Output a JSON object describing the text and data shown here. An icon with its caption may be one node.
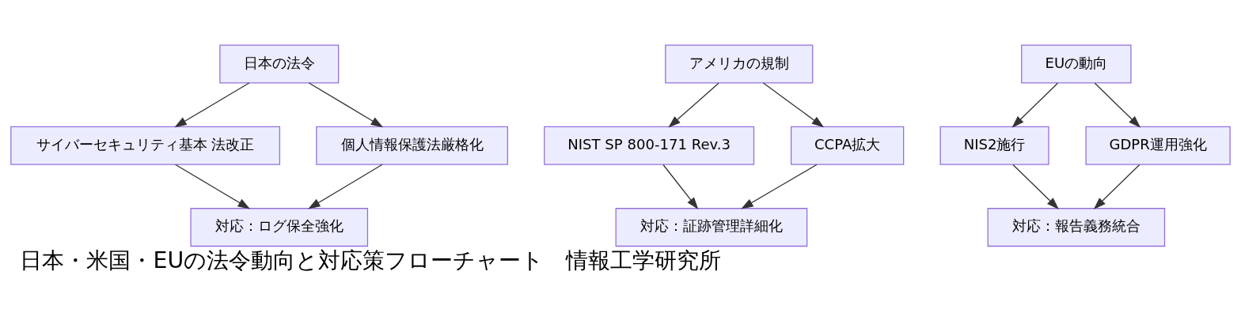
{
  "diagram": {
    "title": "日本・米国・EUの法令動向と対応策フローチャート　情報工学研究所",
    "nodes": [
      {
        "text": [
          "日本の法令"
        ]
      },
      {
        "text": [
          "サイバーセキュリティ基本 法改正"
        ]
      },
      {
        "text": [
          "個人情報保護法厳格化"
        ]
      },
      {
        "text": [
          "対応：ログ保全強化"
        ]
      },
      {
        "text": [
          "アメリカの規制"
        ]
      },
      {
        "text": [
          "NIST SP 800-171 Rev.3"
        ]
      },
      {
        "text": [
          "CCPA拡大"
        ]
      },
      {
        "text": [
          "対応：証跡管理詳細化"
        ]
      },
      {
        "text": [
          "EUの動向"
        ]
      },
      {
        "text": [
          "NIS2施行"
        ]
      },
      {
        "text": [
          "GDPR運用強化"
        ]
      },
      {
        "text": [
          "対応：報告義務統合"
        ]
      }
    ],
    "edges": [
      {
        "from": 0,
        "to": 1,
        "arrow": "to"
      },
      {
        "from": 0,
        "to": 2,
        "arrow": "to"
      },
      {
        "from": 1,
        "to": 3,
        "arrow": "to"
      },
      {
        "from": 2,
        "to": 3,
        "arrow": "to"
      },
      {
        "from": 4,
        "to": 5,
        "arrow": "to"
      },
      {
        "from": 4,
        "to": 6,
        "arrow": "to"
      },
      {
        "from": 5,
        "to": 7,
        "arrow": "to"
      },
      {
        "from": 6,
        "to": 7,
        "arrow": "to"
      },
      {
        "from": 8,
        "to": 9,
        "arrow": "to"
      },
      {
        "from": 8,
        "to": 10,
        "arrow": "to"
      },
      {
        "from": 9,
        "to": 11,
        "arrow": "to"
      },
      {
        "from": 10,
        "to": 11,
        "arrow": "to"
      }
    ]
  }
}
